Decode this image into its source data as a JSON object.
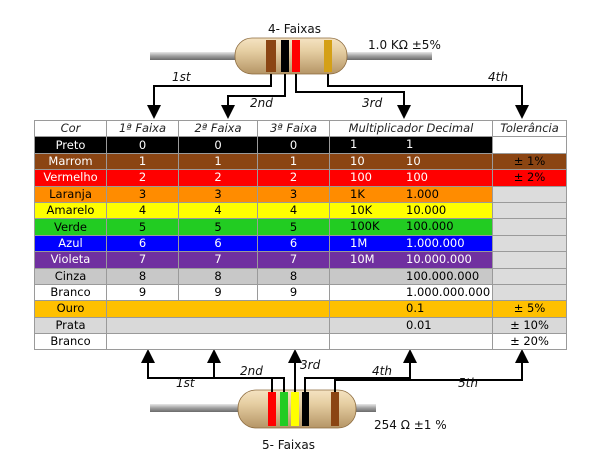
{
  "top_resistor": {
    "title": "4- Faixas",
    "value": "1.0 KΩ  ±5%"
  },
  "bottom_resistor": {
    "title": "5- Faixas",
    "value": "254 Ω  ±1 %"
  },
  "top_arrows": [
    "1st",
    "2nd",
    "3rd",
    "4th"
  ],
  "bottom_arrows": [
    "1st",
    "2nd",
    "3rd",
    "4th",
    "5th"
  ],
  "headers": [
    "Cor",
    "1ª Faixa",
    "2ª Faixa",
    "3ª Faixa",
    "Multiplicador Decimal",
    "Tolerância"
  ],
  "rows": [
    {
      "name": "Preto",
      "bg": "#000000",
      "fg": "#ffffff",
      "d1": "0",
      "d2": "0",
      "d3": "0",
      "m1": "1",
      "m2": "1",
      "tol": "",
      "tolbg": "#ffffff"
    },
    {
      "name": "Marrom",
      "bg": "#8b4513",
      "fg": "#ffffff",
      "d1": "1",
      "d2": "1",
      "d3": "1",
      "m1": "10",
      "m2": "10",
      "tol": "± 1%",
      "tolbg": "#8b4513"
    },
    {
      "name": "Vermelho",
      "bg": "#ff0000",
      "fg": "#ffffff",
      "d1": "2",
      "d2": "2",
      "d3": "2",
      "m1": "100",
      "m2": "100",
      "tol": "± 2%",
      "tolbg": "#ff0000"
    },
    {
      "name": "Laranja",
      "bg": "#ff8c00",
      "fg": "#000000",
      "d1": "3",
      "d2": "3",
      "d3": "3",
      "m1": "1K",
      "m2": "1.000",
      "tol": "",
      "tolbg": "#dcdcdc"
    },
    {
      "name": "Amarelo",
      "bg": "#ffff00",
      "fg": "#000000",
      "d1": "4",
      "d2": "4",
      "d3": "4",
      "m1": "10K",
      "m2": "10.000",
      "tol": "",
      "tolbg": "#dcdcdc"
    },
    {
      "name": "Verde",
      "bg": "#22cc22",
      "fg": "#000000",
      "d1": "5",
      "d2": "5",
      "d3": "5",
      "m1": "100K",
      "m2": "100.000",
      "tol": "",
      "tolbg": "#dcdcdc"
    },
    {
      "name": "Azul",
      "bg": "#0000ff",
      "fg": "#ffffff",
      "d1": "6",
      "d2": "6",
      "d3": "6",
      "m1": "1M",
      "m2": "1.000.000",
      "tol": "",
      "tolbg": "#dcdcdc"
    },
    {
      "name": "Violeta",
      "bg": "#7030a0",
      "fg": "#ffffff",
      "d1": "7",
      "d2": "7",
      "d3": "7",
      "m1": "10M",
      "m2": "10.000.000",
      "tol": "",
      "tolbg": "#dcdcdc"
    },
    {
      "name": "Cinza",
      "bg": "#c8c8c8",
      "fg": "#000000",
      "d1": "8",
      "d2": "8",
      "d3": "8",
      "m1": "",
      "m2": "100.000.000",
      "tol": "",
      "tolbg": "#dcdcdc"
    },
    {
      "name": "Branco",
      "bg": "#ffffff",
      "fg": "#000000",
      "d1": "9",
      "d2": "9",
      "d3": "9",
      "m1": "",
      "m2": "1.000.000.000",
      "tol": "",
      "tolbg": "#dcdcdc"
    },
    {
      "name": "Ouro",
      "bg": "#ffc000",
      "fg": "#000000",
      "d1": "",
      "d2": "",
      "d3": "",
      "m1": "",
      "m2": "0.1",
      "tol": "± 5%",
      "tolbg": "#ffc000"
    },
    {
      "name": "Prata",
      "bg": "#d9d9d9",
      "fg": "#000000",
      "d1": "",
      "d2": "",
      "d3": "",
      "m1": "",
      "m2": "0.01",
      "tol": "± 10%",
      "tolbg": "#d9d9d9"
    },
    {
      "name": "Branco",
      "bg": "#ffffff",
      "fg": "#000000",
      "d1": "",
      "d2": "",
      "d3": "",
      "m1": "",
      "m2": "",
      "tol": "± 20%",
      "tolbg": "#ffffff"
    }
  ]
}
